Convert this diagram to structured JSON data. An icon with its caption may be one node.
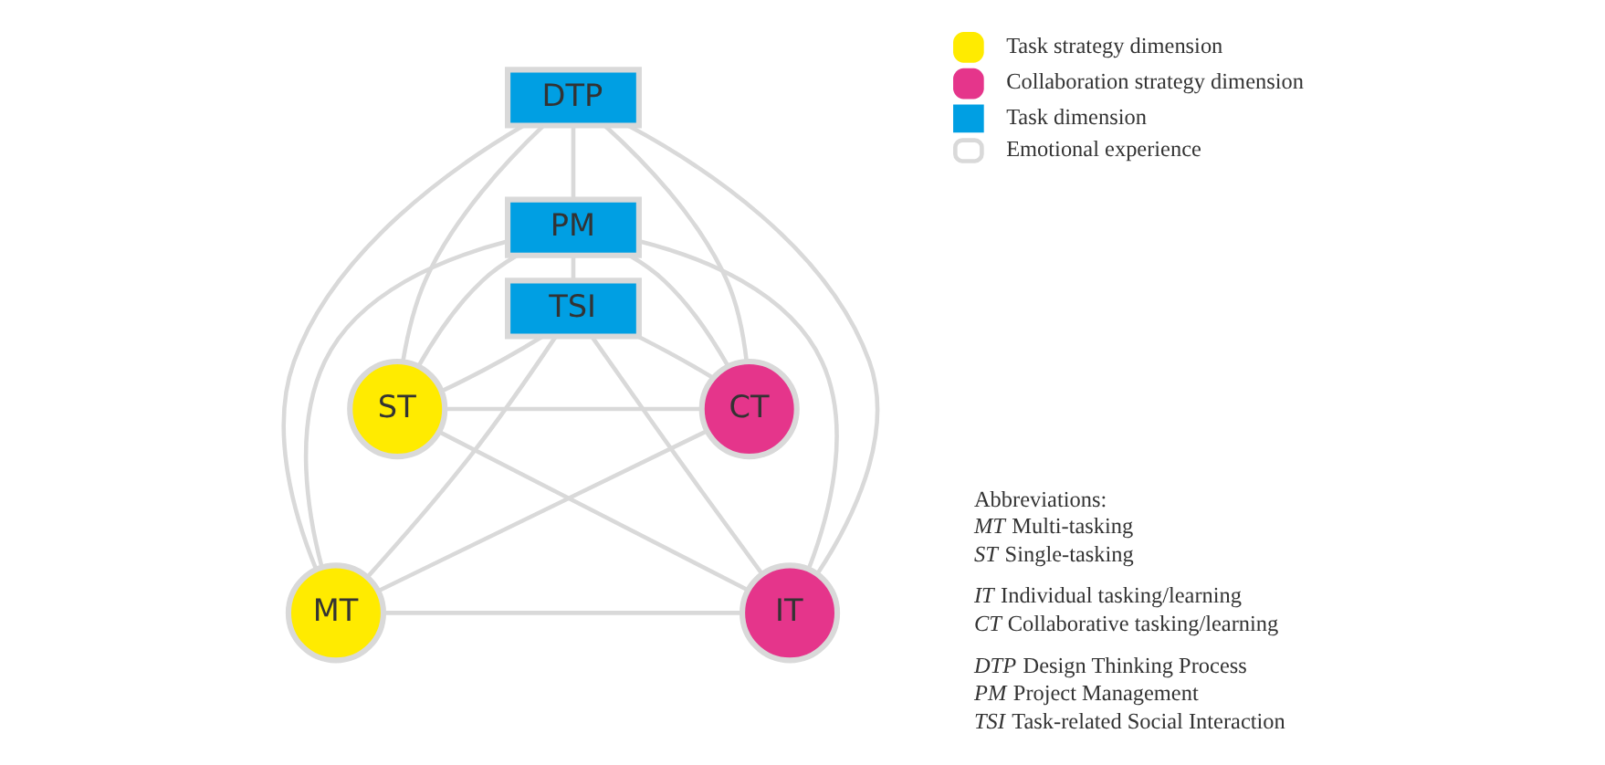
{
  "diagram": {
    "nodes": [
      {
        "text": [
          "DTP"
        ]
      },
      {
        "text": [
          "PM"
        ]
      },
      {
        "text": [
          "TSI"
        ]
      },
      {
        "text": [
          "ST"
        ]
      },
      {
        "text": [
          "CT"
        ]
      },
      {
        "text": [
          "MT"
        ]
      },
      {
        "text": [
          "IT"
        ]
      }
    ],
    "edges": [
      {
        "from": 0,
        "to": 1,
        "arrow": "none"
      },
      {
        "from": 1,
        "to": 2,
        "arrow": "none"
      },
      {
        "from": 0,
        "to": 5,
        "arrow": "none"
      },
      {
        "from": 1,
        "to": 5,
        "arrow": "none"
      },
      {
        "from": 2,
        "to": 5,
        "arrow": "none"
      },
      {
        "from": 0,
        "to": 3,
        "arrow": "none"
      },
      {
        "from": 1,
        "to": 3,
        "arrow": "none"
      },
      {
        "from": 2,
        "to": 3,
        "arrow": "none"
      },
      {
        "from": 0,
        "to": 4,
        "arrow": "none"
      },
      {
        "from": 1,
        "to": 4,
        "arrow": "none"
      },
      {
        "from": 2,
        "to": 4,
        "arrow": "none"
      },
      {
        "from": 0,
        "to": 6,
        "arrow": "none"
      },
      {
        "from": 1,
        "to": 6,
        "arrow": "none"
      },
      {
        "from": 2,
        "to": 6,
        "arrow": "none"
      },
      {
        "from": 5,
        "to": 4,
        "arrow": "none"
      },
      {
        "from": 5,
        "to": 6,
        "arrow": "none"
      },
      {
        "from": 3,
        "to": 4,
        "arrow": "none"
      },
      {
        "from": 3,
        "to": 6,
        "arrow": "none"
      }
    ],
    "labels": [
      "Abbreviations:",
      "*MT* Multi-tasking",
      "*ST* Single-tasking",
      "*IT* Individual tasking/learning",
      "*CT* Collaborative tasking/learning",
      "*DTP* Design Thinking Process",
      "*PM* Project Management",
      "*TSI* Task-related Social Interaction"
    ],
    "legend": [
      {
        "text": "Task strategy dimension",
        "color": "#ffeb00"
      },
      {
        "text": "Collaboration strategy dimension",
        "color": "#e5358b"
      },
      {
        "text": "Task dimension",
        "color": "#009fe3"
      },
      {
        "text": "Emotional experience"
      }
    ]
  }
}
